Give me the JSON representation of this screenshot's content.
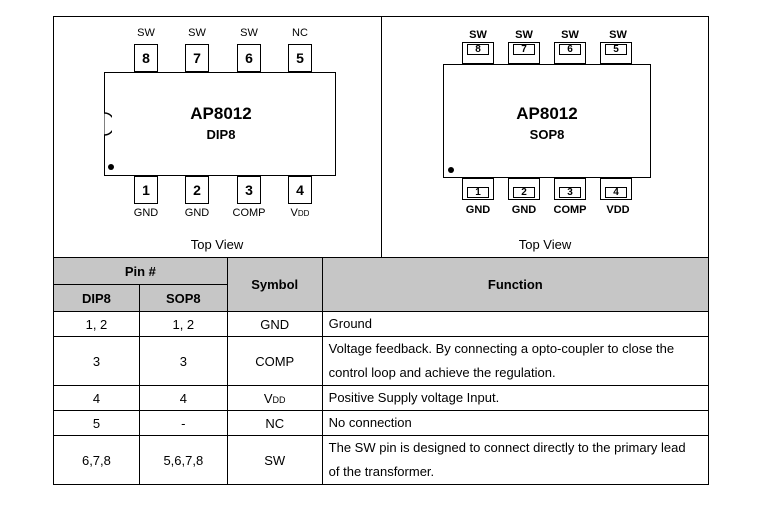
{
  "dip": {
    "chip_name": "AP8012",
    "package": "DIP8",
    "view_label": "Top View",
    "top_pins": [
      {
        "label": "SW",
        "number": "8"
      },
      {
        "label": "SW",
        "number": "7"
      },
      {
        "label": "SW",
        "number": "6"
      },
      {
        "label": "NC",
        "number": "5"
      }
    ],
    "bottom_pins": [
      {
        "number": "1",
        "label": "GND"
      },
      {
        "number": "2",
        "label": "GND"
      },
      {
        "number": "3",
        "label": "COMP"
      },
      {
        "number": "4",
        "label_main": "V",
        "label_sub": "DD"
      }
    ]
  },
  "sop": {
    "chip_name": "AP8012",
    "package": "SOP8",
    "view_label": "Top View",
    "top_pins": [
      {
        "label": "SW",
        "number": "8"
      },
      {
        "label": "SW",
        "number": "7"
      },
      {
        "label": "SW",
        "number": "6"
      },
      {
        "label": "SW",
        "number": "5"
      }
    ],
    "bottom_pins": [
      {
        "number": "1",
        "label": "GND"
      },
      {
        "number": "2",
        "label": "GND"
      },
      {
        "number": "3",
        "label": "COMP"
      },
      {
        "number": "4",
        "label": "VDD"
      }
    ]
  },
  "table": {
    "header_pin": "Pin #",
    "header_dip": "DIP8",
    "header_sop": "SOP8",
    "header_symbol": "Symbol",
    "header_function": "Function",
    "rows": [
      {
        "dip": "1, 2",
        "sop": "1, 2",
        "symbol": "GND",
        "function_lines": [
          "Ground"
        ]
      },
      {
        "dip": "3",
        "sop": "3",
        "symbol": "COMP",
        "function_lines": [
          "Voltage feedback. By connecting a opto-coupler to close the",
          "control loop and achieve the regulation."
        ]
      },
      {
        "dip": "4",
        "sop": "4",
        "symbol_main": "V",
        "symbol_sub": "DD",
        "function_lines": [
          "Positive Supply voltage Input."
        ]
      },
      {
        "dip": "5",
        "sop": "-",
        "symbol": "NC",
        "function_lines": [
          "No connection"
        ]
      },
      {
        "dip": "6,7,8",
        "sop": "5,6,7,8",
        "symbol": "SW",
        "function_lines": [
          "The SW pin is designed to connect directly to the primary lead",
          "of the transformer."
        ]
      }
    ]
  }
}
